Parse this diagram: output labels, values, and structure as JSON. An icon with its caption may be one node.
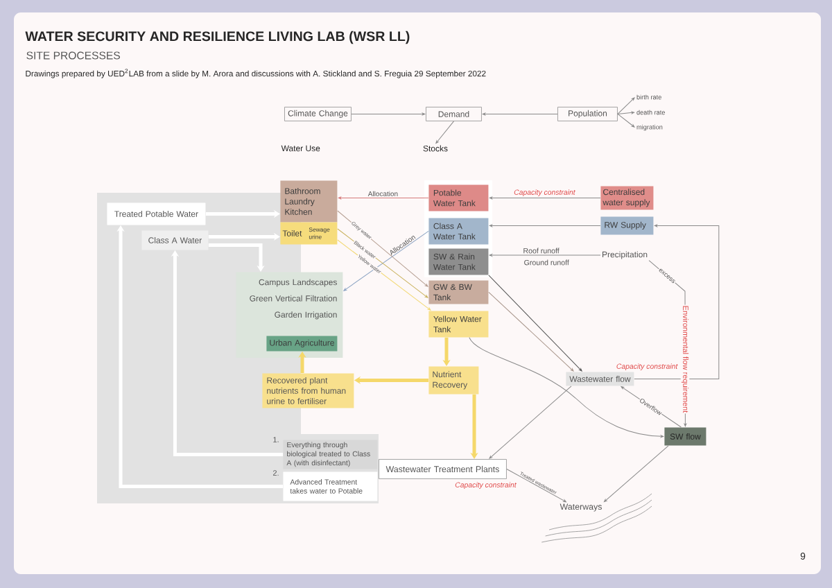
{
  "diagram": {
    "title": "WATER SECURITY AND RESILIENCE LIVING LAB (WSR LL)",
    "caption": "Drawings prepared by UED$^{2}$LAB from a slide by M. Arora and discussions with A. Stickland and S. Freguia 29 September 2022",
    "nodes": [
      {
        "text": [
          "Climate Change"
        ]
      },
      {
        "text": [
          "Demand"
        ]
      },
      {
        "text": [
          "Population"
        ]
      },
      {
        "text": [
          "birth rate"
        ]
      },
      {
        "text": [
          "death rate"
        ]
      },
      {
        "text": [
          "migration"
        ]
      },
      {
        "text": [
          "Stocks"
        ]
      },
      {
        "text": [
          "Treated Potable Water"
        ]
      },
      {
        "text": [
          "Class A Water"
        ]
      },
      {
        "text": [
          "Bathroom Laundry Kitchen"
        ]
      },
      {
        "text": [
          "Toilet",
          "Sewage urine"
        ]
      },
      {
        "text": [
          "Potable Water Tank"
        ]
      },
      {
        "text": [
          "Class A Water Tank"
        ]
      },
      {
        "text": [
          "SW & Rain Water Tank"
        ]
      },
      {
        "text": [
          "GW & BW Tank"
        ]
      },
      {
        "text": [
          "Yellow Water Tank"
        ]
      },
      {
        "text": [
          "Centralised water supply"
        ]
      },
      {
        "text": [
          "RW Supply"
        ]
      },
      {
        "text": [
          "Precipitation"
        ]
      },
      {
        "text": [
          "Campus Landscapes",
          "Green Vertical Filtration",
          "Garden Irrigation"
        ]
      },
      {
        "text": [
          "Urban Agriculture"
        ],
        "in": 19
      },
      {
        "text": [
          "Recovered plant nutrients from human urine to fertiliser"
        ]
      },
      {
        "text": [
          "Nutrient Recovery"
        ]
      },
      {
        "text": [
          "Wastewater flow"
        ]
      },
      {
        "text": [
          "SW flow"
        ]
      },
      {
        "text": [
          "Wastewater Treatment Plants"
        ],
        "beside": [
          "Capacity constraint"
        ]
      },
      {
        "text": [
          "Waterways"
        ]
      },
      {
        "text": [
          "Everything through biological treated to Class A (with disinfectant)"
        ]
      },
      {
        "text": [
          "Advanced Treatment takes water to Potable"
        ]
      }
    ],
    "edges": [
      {
        "from": 0,
        "to": 1,
        "arrow": "to"
      },
      {
        "from": 2,
        "to": 1,
        "arrow": "to"
      },
      {
        "from": 1,
        "to": 6,
        "arrow": "to"
      },
      {
        "from": 2,
        "to": 3,
        "arrow": "to"
      },
      {
        "from": 2,
        "to": 4,
        "arrow": "to"
      },
      {
        "from": 2,
        "to": 5,
        "arrow": "to"
      },
      {
        "from": 7,
        "to": 9,
        "arrow": "to",
        "style": "thick",
        "color": "#ffffff"
      },
      {
        "from": 8,
        "to": 10,
        "arrow": "to",
        "style": "thick",
        "color": "#ffffff"
      },
      {
        "from": 8,
        "to": 19,
        "arrow": "to",
        "style": "thick",
        "color": "#ffffff"
      },
      {
        "from": 11,
        "to": 9,
        "arrow": "to",
        "label": "Allocation",
        "color": "#d67a7a"
      },
      {
        "from": 12,
        "to": 19,
        "arrow": "to",
        "label": "Allocation",
        "color": "#8aa2c2"
      },
      {
        "from": 9,
        "to": 14,
        "arrow": "to",
        "label": "Grey water",
        "color": "#b59e91"
      },
      {
        "from": 10,
        "to": 14,
        "arrow": "to",
        "label": "Black water",
        "color": "#c9b25e"
      },
      {
        "from": 10,
        "to": 15,
        "arrow": "to",
        "label": "Yellow water",
        "color": "#f2d874"
      },
      {
        "from": 16,
        "to": 11,
        "arrow": "to",
        "label": "Capacity constraint"
      },
      {
        "from": 17,
        "to": 12,
        "arrow": "to"
      },
      {
        "from": 18,
        "to": 13,
        "arrow": "to",
        "label": "Roof runoff"
      },
      {
        "from": 18,
        "to": 24,
        "arrow": "to",
        "label": "excess"
      },
      {
        "from": 13,
        "to": 23,
        "arrow": "to",
        "color": "#555555"
      },
      {
        "from": 14,
        "to": 23,
        "arrow": "to",
        "color": "#a8958a"
      },
      {
        "from": 23,
        "to": 17,
        "arrow": "to",
        "label": "Capacity constraint"
      },
      {
        "from": 24,
        "to": 23,
        "arrow": "to",
        "label": "Overflow"
      },
      {
        "from": 15,
        "to": 22,
        "arrow": "to",
        "style": "thick",
        "color": "#f5d86a"
      },
      {
        "from": 22,
        "to": 21,
        "arrow": "to",
        "style": "thick",
        "color": "#f5d86a"
      },
      {
        "from": 21,
        "to": 20,
        "arrow": "to",
        "style": "thick",
        "color": "#f5d86a"
      },
      {
        "from": 22,
        "to": 25,
        "arrow": "to",
        "style": "thick",
        "color": "#f5d86a"
      },
      {
        "from": 23,
        "to": 25,
        "arrow": "to"
      },
      {
        "from": 25,
        "to": 26,
        "arrow": "to",
        "label": "Treated wastewater"
      },
      {
        "from": 24,
        "to": 26,
        "arrow": "to"
      },
      {
        "from": 15,
        "to": 24,
        "arrow": "to"
      },
      {
        "from": 27,
        "to": 8,
        "arrow": "to",
        "style": "thick",
        "color": "#ffffff"
      },
      {
        "from": 28,
        "to": 7,
        "arrow": "to",
        "style": "thick",
        "color": "#ffffff"
      }
    ],
    "labels": [
      "SITE PROCESSES",
      "Water Use",
      "Ground runoff",
      "Environmental flow requirement",
      "1.",
      "2.",
      "9"
    ]
  }
}
